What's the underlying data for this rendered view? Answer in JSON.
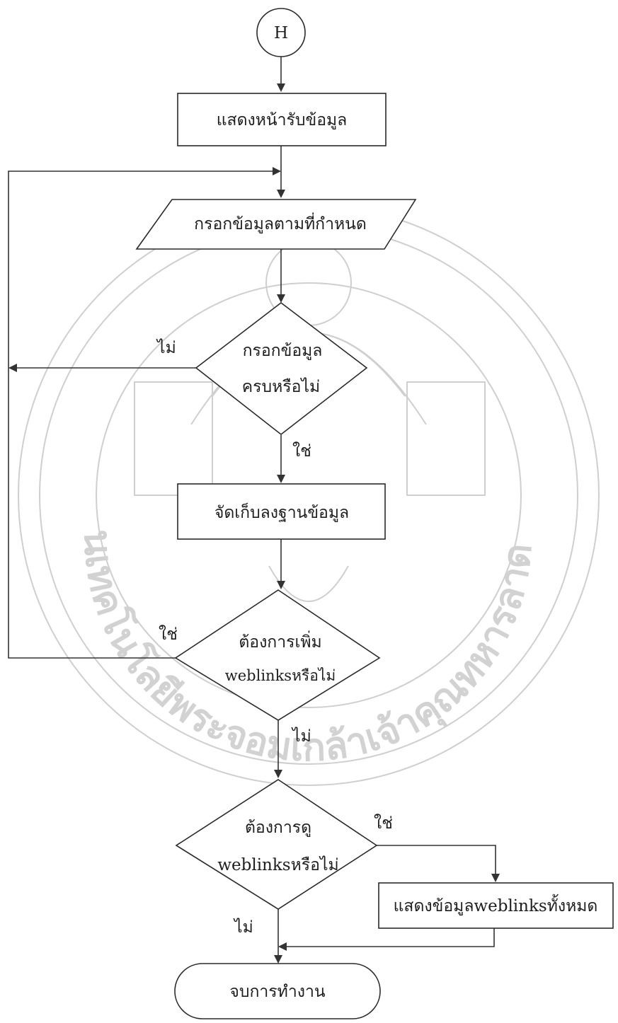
{
  "connector": {
    "label": "H"
  },
  "nodes": {
    "show_form": "แสดงหน้ารับข้อมูล",
    "input_data": "กรอกข้อมูลตามที่กำหนด",
    "check_complete": [
      "กรอกข้อมูล",
      "ครบหรือไม่"
    ],
    "save_db": "จัดเก็บลงฐานข้อมูล",
    "add_more": [
      "ต้องการเพิ่ม",
      "weblinksหรือไม่"
    ],
    "view_links": [
      "ต้องการดู",
      "weblinksหรือไม่"
    ],
    "show_links": "แสดงข้อมูลweblinksทั้งหมด",
    "end": "จบการทำงาน"
  },
  "edges": {
    "check_no": "ไม่",
    "check_yes": "ใช่",
    "add_yes": "ใช่",
    "add_no": "ไม่",
    "view_yes": "ใช่",
    "view_no": "ไม่"
  },
  "watermark": {
    "text_left": "สถาบันเทคโนโลยีพระจอมเกล้าเจ้าคุณทหารลาดกระบัง"
  }
}
